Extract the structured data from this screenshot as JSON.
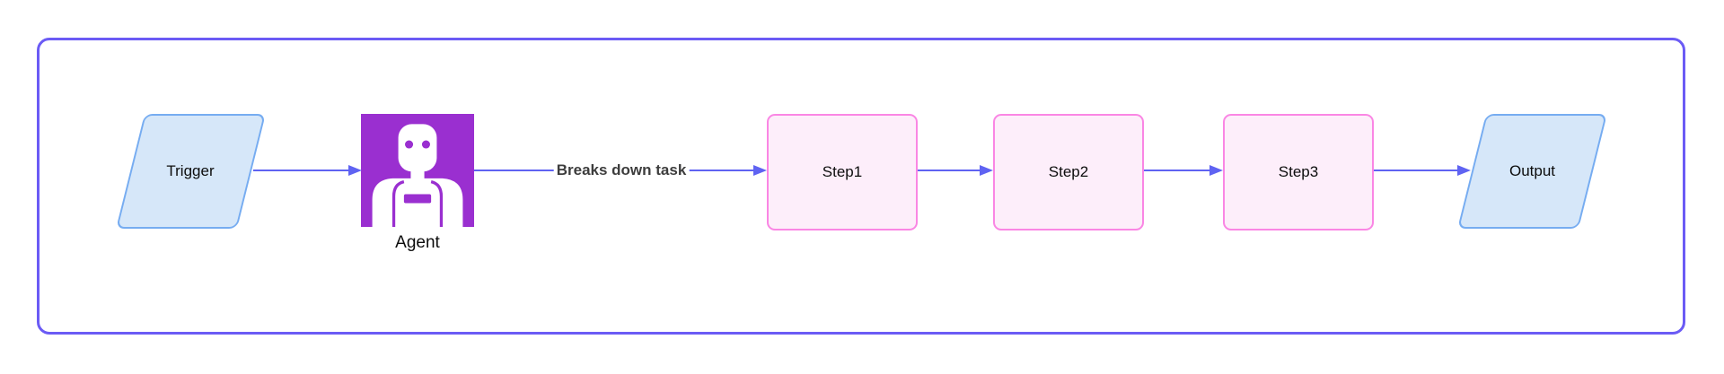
{
  "diagram": {
    "type": "flowchart",
    "direction": "left-to-right",
    "nodes": [
      {
        "id": "trigger",
        "label": "Trigger",
        "shape": "parallelogram"
      },
      {
        "id": "agent",
        "label": "Agent",
        "shape": "icon-robot"
      },
      {
        "id": "step1",
        "label": "Step1",
        "shape": "rounded-rectangle"
      },
      {
        "id": "step2",
        "label": "Step2",
        "shape": "rounded-rectangle"
      },
      {
        "id": "step3",
        "label": "Step3",
        "shape": "rounded-rectangle"
      },
      {
        "id": "output",
        "label": "Output",
        "shape": "parallelogram"
      }
    ],
    "edges": [
      {
        "from": "trigger",
        "to": "agent",
        "label": ""
      },
      {
        "from": "agent",
        "to": "step1",
        "label": "Breaks down task"
      },
      {
        "from": "step1",
        "to": "step2",
        "label": ""
      },
      {
        "from": "step2",
        "to": "step3",
        "label": ""
      },
      {
        "from": "step3",
        "to": "output",
        "label": ""
      }
    ],
    "icons": [
      {
        "name": "robot-icon",
        "node": "agent"
      }
    ]
  },
  "colors": {
    "frame": "#6b5bf5",
    "arrow": "#5f63f2",
    "io_fill": "#d6e7f9",
    "io_stroke": "#76acf1",
    "process_fill": "#fdeefa",
    "process_stroke": "#fa86e4",
    "agent_bg": "#9a2fd0",
    "edge_label_color": "#3d3d3d"
  }
}
